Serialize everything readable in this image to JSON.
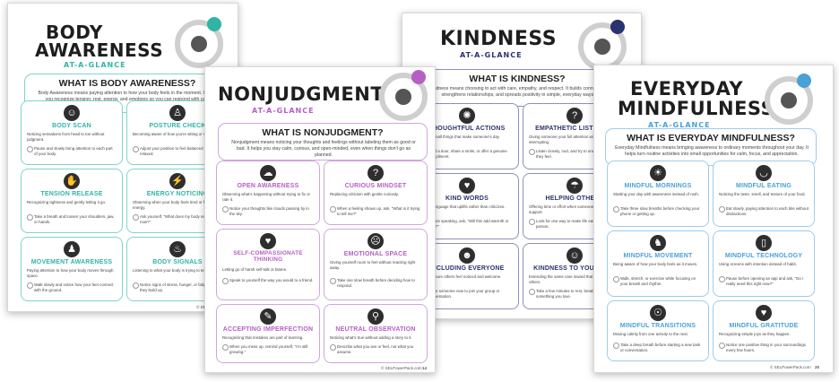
{
  "sheets": {
    "body": {
      "title1": "BODY",
      "title2": "AWARENESS",
      "subtitle": "AT-A-GLANCE",
      "what_title": "WHAT IS BODY AWARENESS?",
      "what_desc": "Body Awareness means paying attention to how your body feels in the moment. It helps you recognize tension, rest, energy, and emotions so you can respond with care.",
      "cards": [
        {
          "title": "BODY SCAN",
          "desc": "Noticing sensations from head to toe without judgment.",
          "prompt": "Pause and slowly bring attention to each part of your body."
        },
        {
          "title": "POSTURE CHECK",
          "desc": "Becoming aware of how you're sitting or standing.",
          "prompt": "Adjust your position to feel balanced and relaxed."
        },
        {
          "title": "TENSION RELEASE",
          "desc": "Recognizing tightness and gently letting it go.",
          "prompt": "Take a breath and loosen your shoulders, jaw, or hands."
        },
        {
          "title": "ENERGY NOTICING",
          "desc": "Observing when your body feels tired or full of energy.",
          "prompt": "Ask yourself, \"What does my body need right now?\""
        },
        {
          "title": "MOVEMENT AWARENESS",
          "desc": "Paying attention to how your body moves through space.",
          "prompt": "Walk slowly and notice how your feet connect with the ground."
        },
        {
          "title": "BODY SIGNALS",
          "desc": "Listening to what your body is trying to tell you.",
          "prompt": "Notice signs of stress, hunger, or fatigue before they build up."
        }
      ],
      "footer": "© SELPowerPack.com"
    },
    "nonjudgment": {
      "title1": "NONJUDGMENT",
      "subtitle": "AT-A-GLANCE",
      "what_title": "WHAT IS NONJUDGMENT?",
      "what_desc": "Nonjudgment means noticing your thoughts and feelings without labeling them as good or bad. It helps you stay calm, curious, and open-minded, even when things don't go as planned.",
      "cards": [
        {
          "title": "OPEN AWARENESS",
          "desc": "Observing what's happening without trying to fix or rate it.",
          "prompt": "Notice your thoughts like clouds passing by in the sky."
        },
        {
          "title": "CURIOUS MINDSET",
          "desc": "Replacing criticism with gentle curiosity.",
          "prompt": "When a feeling shows up, ask, \"What is it trying to tell me?\""
        },
        {
          "title": "SELF-COMPASSIONATE THINKING",
          "desc": "Letting go of harsh self-talk or blame.",
          "prompt": "Speak to yourself the way you would to a friend."
        },
        {
          "title": "EMOTIONAL SPACE",
          "desc": "Giving yourself room to feel without reacting right away.",
          "prompt": "Take one slow breath before deciding how to respond."
        },
        {
          "title": "ACCEPTING IMPERFECTION",
          "desc": "Recognizing that mistakes are part of learning.",
          "prompt": "When you mess up, remind yourself, \"I'm still growing.\""
        },
        {
          "title": "NEUTRAL OBSERVATION",
          "desc": "Noticing what's true without adding a story to it.",
          "prompt": "Describe what you see or feel, not what you assume."
        }
      ],
      "footer": "© SELPowerPack.com",
      "page": "14"
    },
    "kindness": {
      "title1": "KINDNESS",
      "subtitle": "AT-A-GLANCE",
      "what_title": "WHAT IS KINDNESS?",
      "what_desc": "Kindness means choosing to act with care, empathy, and respect. It builds connection, strengthens relationships, and spreads positivity in simple, everyday ways.",
      "cards": [
        {
          "title": "THOUGHTFUL ACTIONS",
          "desc": "Doing small things that make someone's day brighter.",
          "prompt": "Hold a door, share a smile, or offer a genuine compliment."
        },
        {
          "title": "EMPATHETIC LISTENING",
          "desc": "Giving someone your full attention without interrupting.",
          "prompt": "Listen closely, nod, and try to understand what they feel."
        },
        {
          "title": "KIND WORDS",
          "desc": "Using language that uplifts rather than criticizes.",
          "prompt": "Before speaking, ask, \"Will this add warmth or hurt?\""
        },
        {
          "title": "HELPING OTHERS",
          "desc": "Offering time or effort when someone needs support.",
          "prompt": "Look for one way to make life easier for another person."
        },
        {
          "title": "INCLUDING EVERYONE",
          "desc": "Making sure others feel noticed and welcome.",
          "prompt": "Invite someone new to join your group or conversation."
        },
        {
          "title": "KINDNESS TO YOURSELF",
          "desc": "Extending the same care inward that you give to others.",
          "prompt": "Take a few minutes to rest, breathe, or enjoy something you love."
        }
      ]
    },
    "everyday": {
      "title1": "EVERYDAY",
      "title2": "MINDFULNESS",
      "subtitle": "AT-A-GLANCE",
      "what_title": "WHAT IS EVERYDAY MINDFULNESS?",
      "what_desc": "Everyday Mindfulness means bringing awareness to ordinary moments throughout your day. It helps turn routine activities into small opportunities for calm, focus, and appreciation.",
      "cards": [
        {
          "title": "MINDFUL MORNINGS",
          "desc": "Starting your day with awareness instead of rush.",
          "prompt": "Take three slow breaths before checking your phone or getting up."
        },
        {
          "title": "MINDFUL EATING",
          "desc": "Noticing the taste, smell, and texture of your food.",
          "prompt": "Eat slowly, paying attention to each bite without distractions."
        },
        {
          "title": "MINDFUL MOVEMENT",
          "desc": "Being aware of how your body feels as it moves.",
          "prompt": "Walk, stretch, or exercise while focusing on your breath and rhythm."
        },
        {
          "title": "MINDFUL TECHNOLOGY",
          "desc": "Using screens with intention instead of habit.",
          "prompt": "Pause before opening an app and ask, \"Do I really need this right now?\""
        },
        {
          "title": "MINDFUL TRANSITIONS",
          "desc": "Moving calmly from one activity to the next.",
          "prompt": "Take a deep breath before starting a new task or conversation."
        },
        {
          "title": "MINDFUL GRATITUDE",
          "desc": "Recognizing simple joys as they happen.",
          "prompt": "Notice one positive thing in your surroundings every few hours."
        }
      ],
      "footer": "© SELPowerPack.com",
      "page": "20"
    }
  },
  "colors": {
    "teal": "#2fb5a6",
    "purple": "#b55fc4",
    "navy": "#2a3270",
    "blue": "#4aa1d6"
  }
}
